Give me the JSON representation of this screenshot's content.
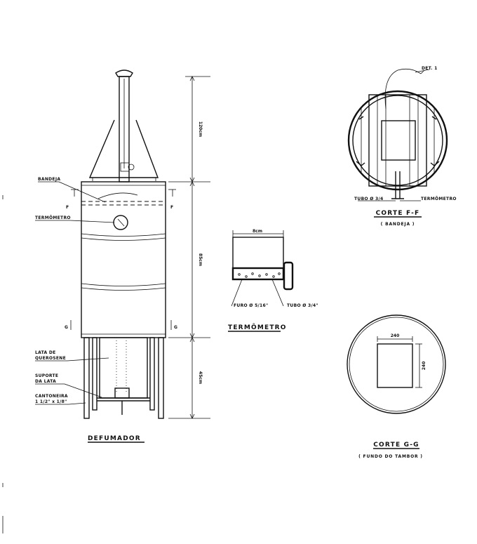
{
  "main": {
    "titles": {
      "defumador": "DEFUMADOR",
      "termometro": "TERMÔMETRO",
      "corte_ff": "CORTE F-F",
      "corte_ff_sub": "( BANDEJA )",
      "corte_gg": "CORTE G-G",
      "corte_gg_sub": "( FUNDO DO TAMBOR )"
    },
    "labels": {
      "bandeja": "BANDEJA",
      "termometro": "TERMÔMETRO",
      "lata_1": "LATA DE",
      "lata_2": "QUEROSENE",
      "suporte_1": "SUPORTE",
      "suporte_2": "DA LATA",
      "cantoneira_1": "CANTONEIRA",
      "cantoneira_2": "1 1/2\" x 1/8\"",
      "furo": "FURO Ø 5/16\"",
      "tubo_term": "TUBO Ø 3/4\"",
      "tubo_ff": "TUBO Ø 3/4",
      "termometro_ff": "TERMÔMETRO",
      "det": "DET. 1"
    },
    "section_marks": {
      "f": "F",
      "g": "G"
    },
    "dimensions": {
      "chimney": "120cm",
      "drum": "85cm",
      "legs": "45cm",
      "thermo_width": "8cm",
      "gg_width": "240",
      "gg_height": "240"
    }
  }
}
